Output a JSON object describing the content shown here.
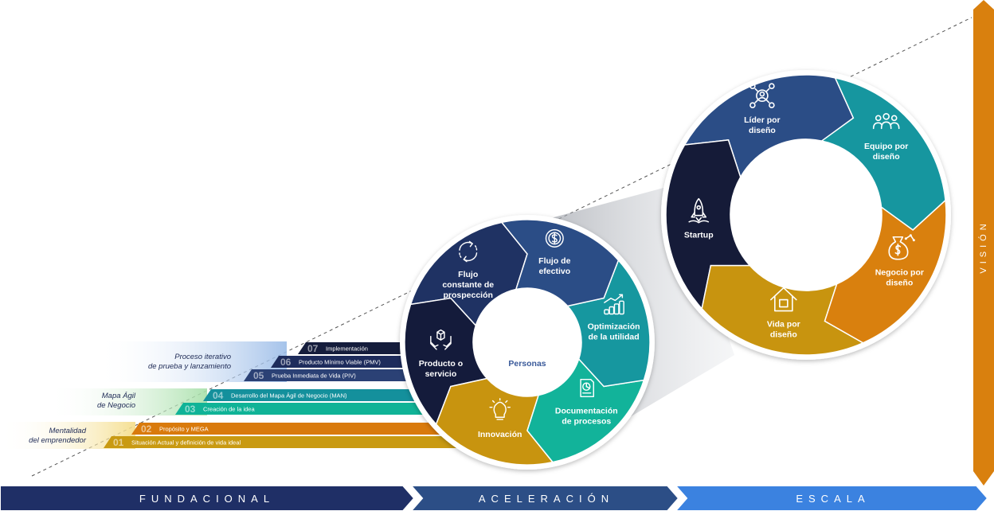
{
  "vertical_bar": {
    "label": "VISIÓN",
    "color": "#d9800e"
  },
  "bottom_bar": [
    {
      "label": "FUNDACIONAL",
      "color": "#1f2f66"
    },
    {
      "label": "ACELERACIÓN",
      "color": "#2c4e86"
    },
    {
      "label": "ESCALA",
      "color": "#3b82e0"
    }
  ],
  "group_labels": [
    {
      "lines": [
        "Proceso iterativo",
        "de prueba y lanzamiento"
      ]
    },
    {
      "lines": [
        "Mapa Ágil",
        "de Negocio"
      ]
    },
    {
      "lines": [
        "Mentalidad",
        "del emprendedor"
      ]
    }
  ],
  "steps": [
    {
      "num": "07",
      "text": "Implementación",
      "color": "#151d3c"
    },
    {
      "num": "06",
      "text": "Producto Mínimo Viable (PMV)",
      "color": "#1e2c5c"
    },
    {
      "num": "05",
      "text": "Prueba Inmediata de Vida (PIV)",
      "color": "#2b4175"
    },
    {
      "num": "04",
      "text": "Desarrollo del Mapa Ágil de Negocio (MAN)",
      "color": "#14909c"
    },
    {
      "num": "03",
      "text": "Creación de la idea",
      "color": "#10b397"
    },
    {
      "num": "02",
      "text": "Propósito y MEGA",
      "color": "#d97a0c"
    },
    {
      "num": "01",
      "text": "Situación Actual y definición de vida ideal",
      "color": "#c99a12"
    }
  ],
  "small_ring": {
    "center_label": "Personas",
    "center_icon": "person-icon",
    "segments": [
      {
        "lines": [
          "Flujo de",
          "efectivo"
        ],
        "icon": "dollar-coin-icon",
        "color": "#2b4d86"
      },
      {
        "lines": [
          "Optimización",
          "de la utilidad"
        ],
        "icon": "coins-growth-icon",
        "color": "#16979f"
      },
      {
        "lines": [
          "Documentación",
          "de procesos"
        ],
        "icon": "document-icon",
        "color": "#12b39a"
      },
      {
        "lines": [
          "Innovación"
        ],
        "icon": "lightbulb-icon",
        "color": "#c8940f"
      },
      {
        "lines": [
          "Producto o",
          "servicio"
        ],
        "icon": "hands-box-icon",
        "color": "#141b3b"
      },
      {
        "lines": [
          "Flujo",
          "constante de",
          "prospección"
        ],
        "icon": "cycle-arrows-icon",
        "color": "#1f3263"
      }
    ]
  },
  "large_ring": {
    "segments": [
      {
        "lines": [
          "Equipo por",
          "diseño"
        ],
        "icon": "team-icon",
        "color": "#16969f"
      },
      {
        "lines": [
          "Negocio por",
          "diseño"
        ],
        "icon": "money-bag-icon",
        "color": "#d9800e"
      },
      {
        "lines": [
          "Vida por",
          "diseño"
        ],
        "icon": "house-icon",
        "color": "#c8940f"
      },
      {
        "lines": [
          "Startup"
        ],
        "icon": "rocket-icon",
        "color": "#151b38"
      },
      {
        "lines": [
          "Líder por",
          "diseño"
        ],
        "icon": "leader-network-icon",
        "color": "#2b4d86"
      }
    ]
  }
}
